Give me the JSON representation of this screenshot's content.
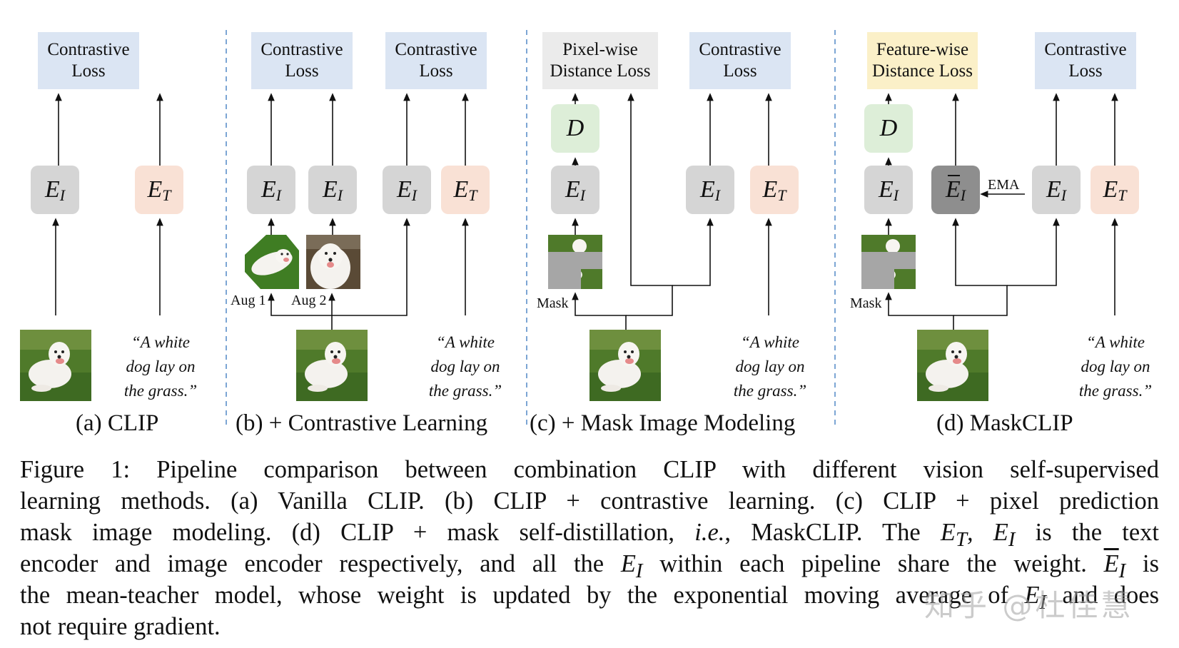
{
  "figure": {
    "panels": [
      {
        "caption": "(a) CLIP"
      },
      {
        "caption": "(b) + Contrastive Learning"
      },
      {
        "caption": "(c) + Mask Image Modeling"
      },
      {
        "caption": "(d) MaskCLIP"
      }
    ],
    "loss_contrastive_l1": "Contrastive",
    "loss_contrastive_l2": "Loss",
    "loss_pixel_l1": "Pixel-wise",
    "loss_pixel_l2": "Distance Loss",
    "loss_feature_l1": "Feature-wise",
    "loss_feature_l2": "Distance Loss",
    "encoder_letter": "E",
    "image_sub": "I",
    "text_sub": "T",
    "decoder": "D",
    "ema": "EMA",
    "aug1": "Aug 1",
    "aug2": "Aug 2",
    "mask": "Mask",
    "quote_l1": "“A white",
    "quote_l2": "dog lay on",
    "quote_l3": "the grass.”",
    "colors": {
      "loss_bg": "#dbe5f3",
      "pixel_loss_bg": "#ebebeb",
      "feature_loss_bg": "#fbf0c8",
      "image_encoder": "#d5d5d5",
      "text_encoder": "#f9e1d5",
      "teacher_encoder": "#8e8e8e",
      "decoder": "#ddeed8",
      "divider": "#5b8fc9"
    }
  },
  "caption": {
    "line1": "Figure 1:  Pipeline comparison between combination CLIP with different vision self-supervised",
    "line2": "learning methods.  (a) Vanilla CLIP. (b) CLIP + contrastive learning.  (c) CLIP + pixel prediction",
    "line3a": "mask image modeling.  (d) CLIP + mask self-distillation, ",
    "line3_ie": "i.e.",
    "line3b": ", MaskCLIP. The ",
    "line3c": " is the text",
    "line4a": "encoder and image encoder respectively, and all the ",
    "line4b": " within each pipeline share the weight. ",
    "line4c": " is",
    "line5a": "the mean-teacher model, whose weight is updated by the exponential moving average of ",
    "line5b": " and does",
    "line6": "not require gradient."
  },
  "watermark": "知乎 @杜佳慧"
}
